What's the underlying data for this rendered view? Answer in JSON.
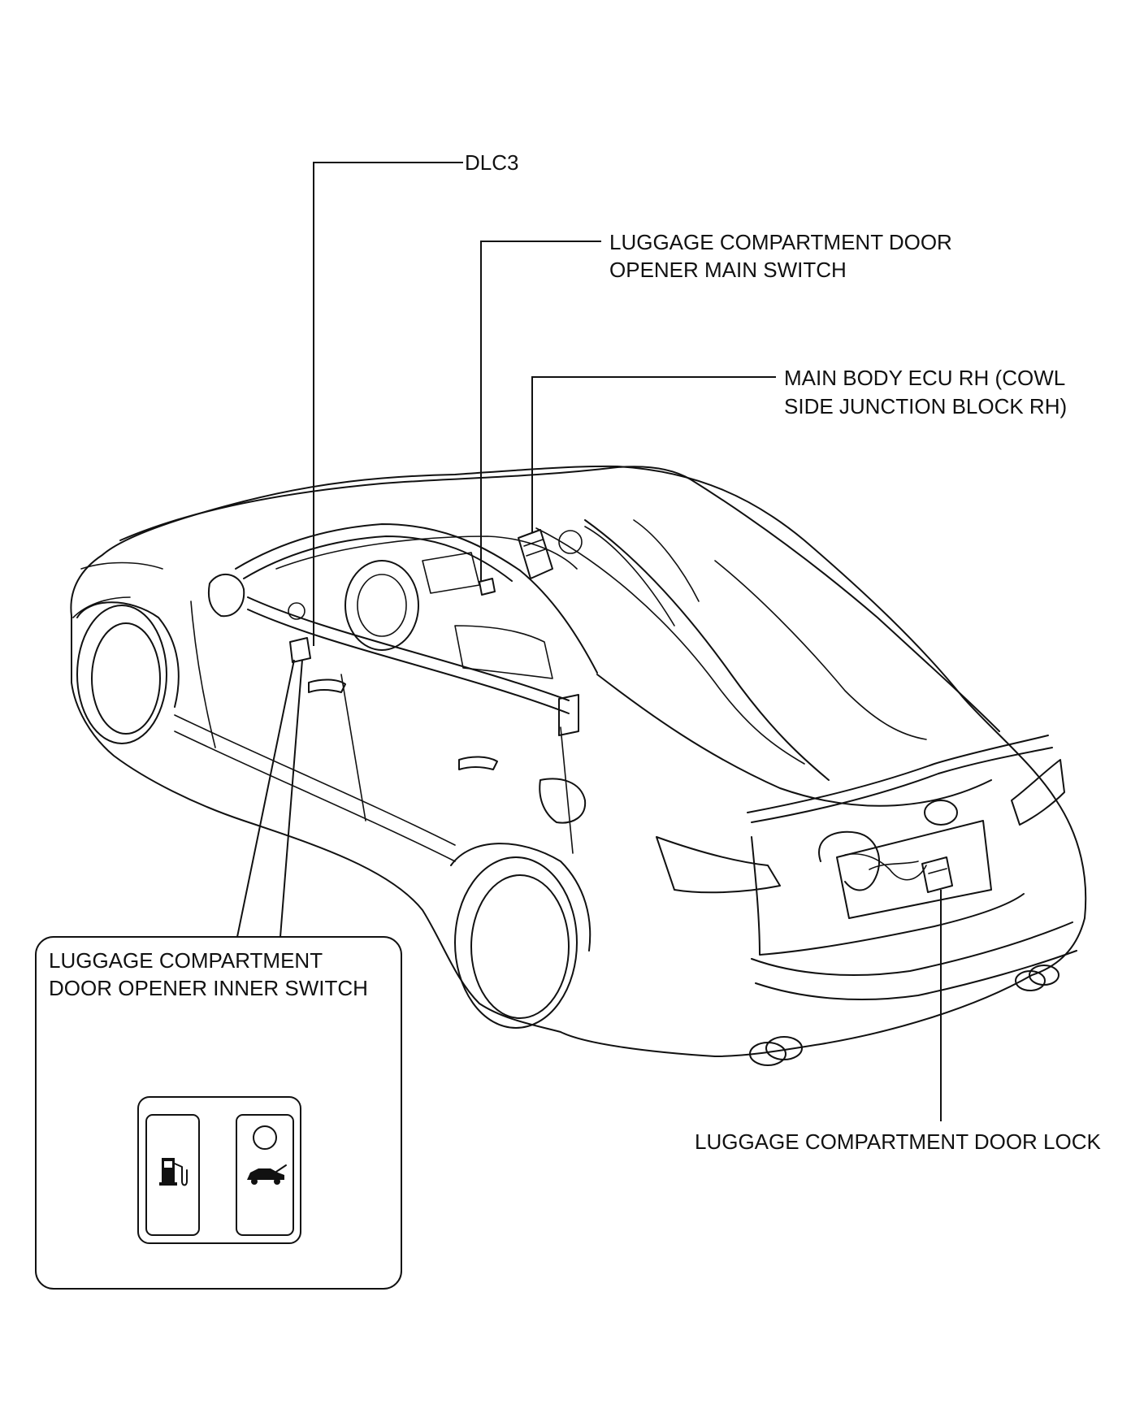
{
  "labels": {
    "dlc3": "DLC3",
    "opener_main_switch_line1": "LUGGAGE COMPARTMENT DOOR",
    "opener_main_switch_line2": "OPENER MAIN SWITCH",
    "main_body_ecu_line1": "MAIN BODY ECU RH (COWL",
    "main_body_ecu_line2": "SIDE JUNCTION BLOCK RH)",
    "inner_switch_line1": "LUGGAGE COMPARTMENT",
    "inner_switch_line2": "DOOR OPENER INNER SWITCH",
    "door_lock": "LUGGAGE COMPARTMENT DOOR LOCK"
  },
  "icons": {
    "fuel_lid_button": "fuel-pump-icon",
    "trunk_button": "car-trunk-open-icon"
  },
  "colors": {
    "line": "#111111",
    "background": "#ffffff"
  }
}
